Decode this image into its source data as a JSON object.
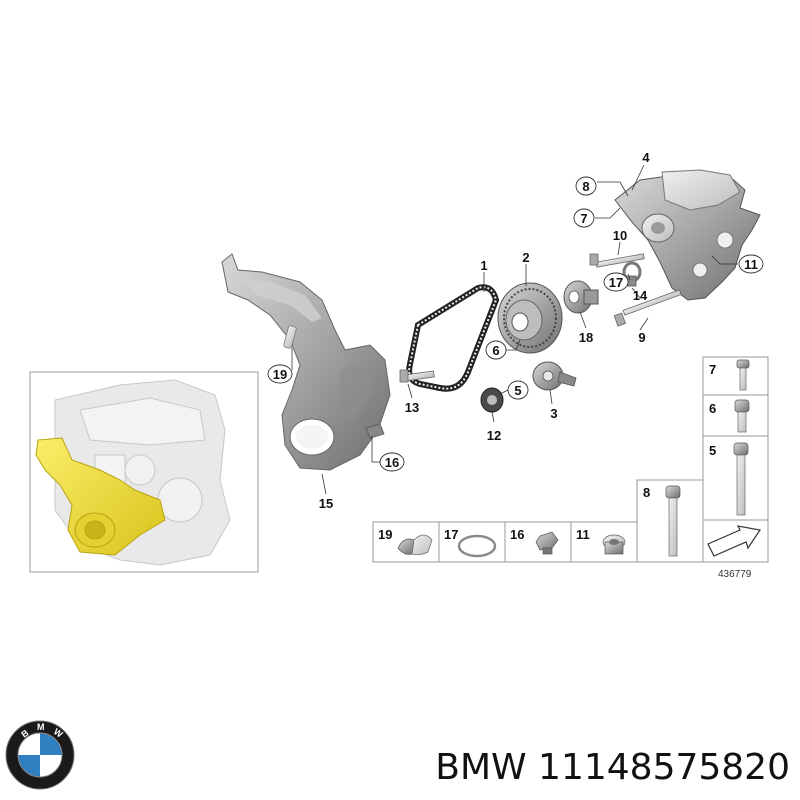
{
  "diagram": {
    "callouts": [
      {
        "id": "c1",
        "label": "1"
      },
      {
        "id": "c2",
        "label": "2"
      },
      {
        "id": "c3",
        "label": "3"
      },
      {
        "id": "c4",
        "label": "4"
      },
      {
        "id": "c5",
        "label": "5"
      },
      {
        "id": "c6",
        "label": "6"
      },
      {
        "id": "c7",
        "label": "7"
      },
      {
        "id": "c8",
        "label": "8"
      },
      {
        "id": "c9",
        "label": "9"
      },
      {
        "id": "c10",
        "label": "10"
      },
      {
        "id": "c11",
        "label": "11"
      },
      {
        "id": "c12",
        "label": "12"
      },
      {
        "id": "c13",
        "label": "13"
      },
      {
        "id": "c14",
        "label": "14"
      },
      {
        "id": "c15",
        "label": "15"
      },
      {
        "id": "c16",
        "label": "16"
      },
      {
        "id": "c17",
        "label": "17"
      },
      {
        "id": "c18",
        "label": "18"
      },
      {
        "id": "c19",
        "label": "19"
      }
    ],
    "legend_right": [
      "7",
      "6",
      "5",
      "8"
    ],
    "legend_bottom": [
      "19",
      "17",
      "16",
      "11"
    ],
    "reference_number": "436779"
  },
  "brand": {
    "logo_text": "BMW",
    "caption": "BMW 11148575820"
  },
  "colors": {
    "highlight": "#f2e03c",
    "part_gray": "#9a9a9a",
    "frame": "#999999"
  }
}
